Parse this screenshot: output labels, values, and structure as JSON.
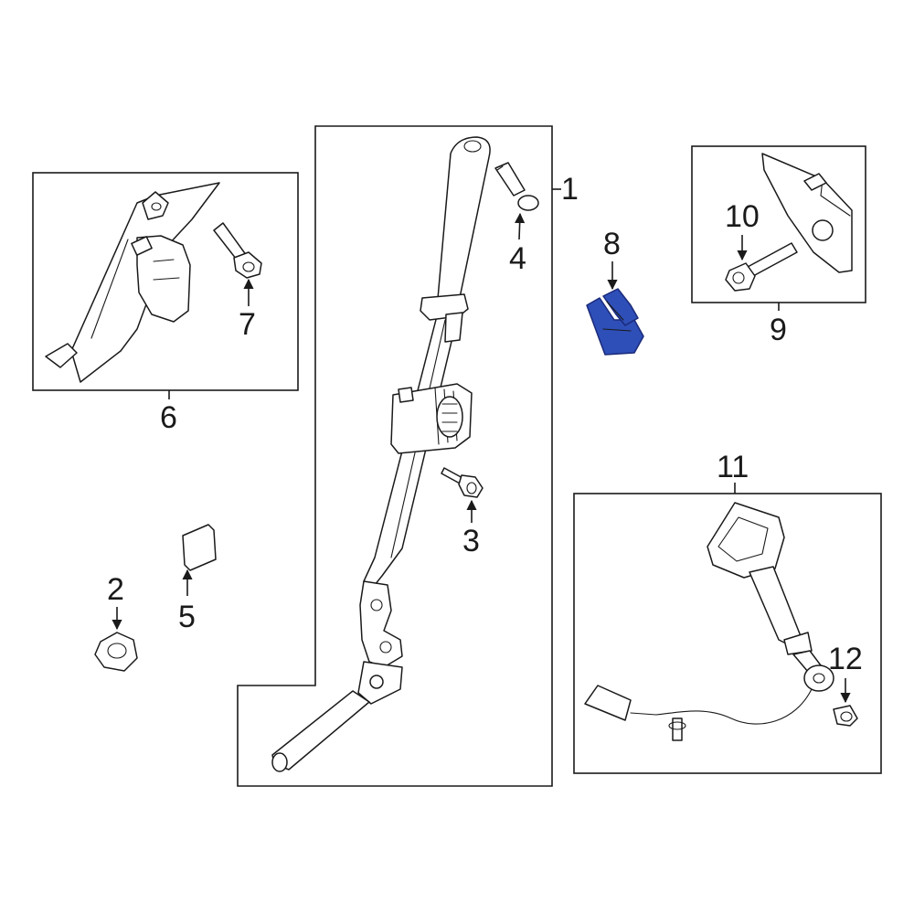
{
  "highlight_color": "#2e4fb8",
  "callouts": {
    "c1": "1",
    "c2": "2",
    "c3": "3",
    "c4": "4",
    "c5": "5",
    "c6": "6",
    "c7": "7",
    "c8": "8",
    "c9": "9",
    "c10": "10",
    "c11": "11",
    "c12": "12"
  },
  "highlighted_part": "8"
}
